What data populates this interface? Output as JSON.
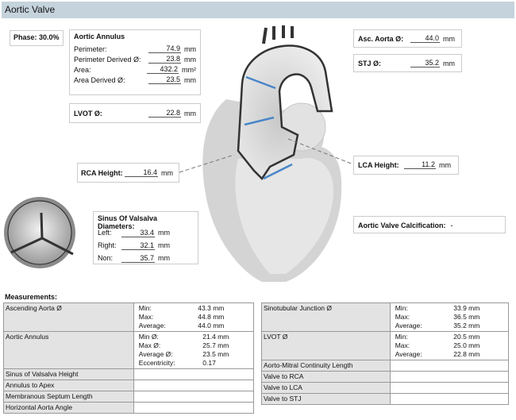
{
  "title": "Aortic Valve",
  "phase": "Phase: 30.0%",
  "annulus": {
    "title": "Aortic Annulus",
    "rows": [
      {
        "label": "Perimeter:",
        "value": "74.9",
        "unit": "mm"
      },
      {
        "label": "Perimeter Derived Ø:",
        "value": "23.8",
        "unit": "mm"
      },
      {
        "label": "Area:",
        "value": "432.2",
        "unit": "mm²"
      },
      {
        "label": "Area Derived Ø:",
        "value": "23.5",
        "unit": "mm"
      }
    ]
  },
  "lvot": {
    "label": "LVOT Ø:",
    "value": "22.8",
    "unit": "mm"
  },
  "asc_aorta": {
    "label": "Asc. Aorta Ø:",
    "value": "44.0",
    "unit": "mm"
  },
  "stj": {
    "label": "STJ Ø:",
    "value": "35.2",
    "unit": "mm"
  },
  "rca": {
    "label": "RCA Height:",
    "value": "16.4",
    "unit": "mm"
  },
  "lca": {
    "label": "LCA Height:",
    "value": "11.2",
    "unit": "mm"
  },
  "calcification": {
    "label": "Aortic Valve Calcification:",
    "value": "-"
  },
  "sinus": {
    "title": "Sinus Of Valsalva Diameters:",
    "rows": [
      {
        "label": "Left:",
        "value": "33.4",
        "unit": "mm"
      },
      {
        "label": "Right:",
        "value": "32.1",
        "unit": "mm"
      },
      {
        "label": "Non:",
        "value": "35.7",
        "unit": "mm"
      }
    ]
  },
  "measurements": {
    "title": "Measurements:",
    "left": [
      {
        "label": "Ascending Aorta Ø",
        "values": [
          [
            "Min:",
            "43.3 mm"
          ],
          [
            "Max:",
            "44.8 mm"
          ],
          [
            "Average:",
            "44.0 mm"
          ]
        ]
      },
      {
        "label": "Aortic Annulus",
        "values": [
          [
            "Min Ø:",
            "21.4 mm"
          ],
          [
            "Max Ø:",
            "25.7 mm"
          ],
          [
            "Average Ø:",
            "23.5 mm"
          ],
          [
            "Eccentricity:",
            "0.17"
          ]
        ]
      },
      {
        "label": "Sinus of Valsalva Height",
        "values": []
      },
      {
        "label": "Annulus to Apex",
        "values": []
      },
      {
        "label": "Membranous Septum Length",
        "values": []
      },
      {
        "label": "Horizontal Aorta Angle",
        "values": []
      }
    ],
    "right": [
      {
        "label": "Sinotubular Junction Ø",
        "values": [
          [
            "Min:",
            "33.9 mm"
          ],
          [
            "Max:",
            "36.5 mm"
          ],
          [
            "Average:",
            "35.2 mm"
          ]
        ]
      },
      {
        "label": "LVOT Ø",
        "values": [
          [
            "Min:",
            "20.5 mm"
          ],
          [
            "Max:",
            "25.0 mm"
          ],
          [
            "Average:",
            "22.8 mm"
          ]
        ]
      },
      {
        "label": "Aorto-Mitral Continuity Length",
        "values": []
      },
      {
        "label": "Valve to RCA",
        "values": []
      },
      {
        "label": "Valve to LCA",
        "values": []
      },
      {
        "label": "Valve to STJ",
        "values": []
      }
    ]
  },
  "colors": {
    "arrow": "#4a86c8",
    "header": "#c5d3dd"
  }
}
